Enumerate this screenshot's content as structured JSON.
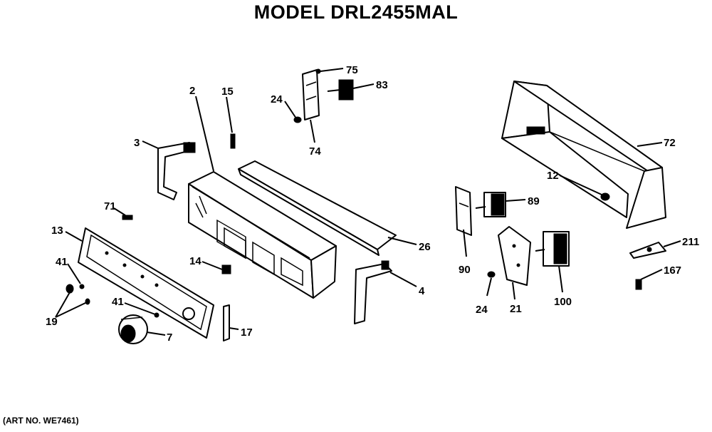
{
  "title": "MODEL DRL2455MAL",
  "art_note": "(ART NO. WE7461)",
  "callouts": {
    "c2": "2",
    "c15": "15",
    "c3": "3",
    "c71": "71",
    "c13": "13",
    "c41a": "41",
    "c41b": "41",
    "c19": "19",
    "c7": "7",
    "c14": "14",
    "c17": "17",
    "c24a": "24",
    "c75": "75",
    "c83": "83",
    "c74": "74",
    "c26": "26",
    "c4": "4",
    "c72": "72",
    "c12": "12",
    "c89": "89",
    "c90": "90",
    "c24b": "24",
    "c21": "21",
    "c100": "100",
    "c211": "211",
    "c167": "167"
  }
}
